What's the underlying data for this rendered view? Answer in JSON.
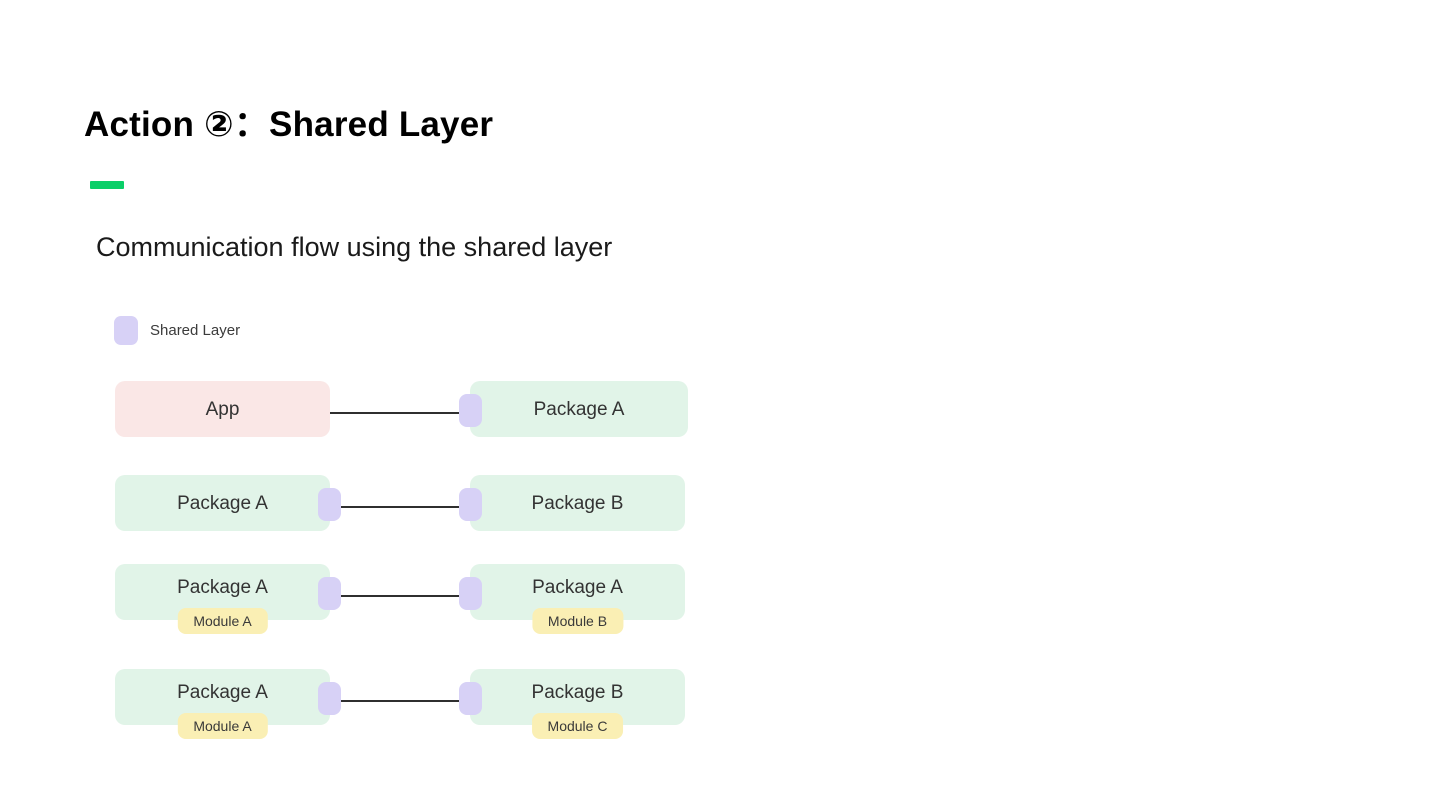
{
  "slide": {
    "title": "Action ②：Shared Layer",
    "accent_color": "#0ACF68",
    "subtitle": "Communication flow using the shared layer"
  },
  "legend": {
    "swatch_color": "#D7D1F6",
    "label": "Shared Layer"
  },
  "colors": {
    "app_box": "#FAE7E6",
    "package_box": "#E1F4E8",
    "shared_layer": "#D7D1F6",
    "module_badge": "#FAEFB4",
    "arrow": "#2F2F2F",
    "text": "#333333"
  },
  "flows": [
    {
      "source": {
        "label": "App",
        "kind": "app",
        "tab": false,
        "module": null
      },
      "target": {
        "label": "Package A",
        "kind": "package",
        "tab": true,
        "module": null
      }
    },
    {
      "source": {
        "label": "Package A",
        "kind": "package",
        "tab": true,
        "module": null
      },
      "target": {
        "label": "Package B",
        "kind": "package",
        "tab": true,
        "module": null
      }
    },
    {
      "source": {
        "label": "Package A",
        "kind": "package",
        "tab": true,
        "module": "Module A"
      },
      "target": {
        "label": "Package A",
        "kind": "package",
        "tab": true,
        "module": "Module B"
      }
    },
    {
      "source": {
        "label": "Package A",
        "kind": "package",
        "tab": true,
        "module": "Module A"
      },
      "target": {
        "label": "Package B",
        "kind": "package",
        "tab": true,
        "module": "Module C"
      }
    }
  ]
}
